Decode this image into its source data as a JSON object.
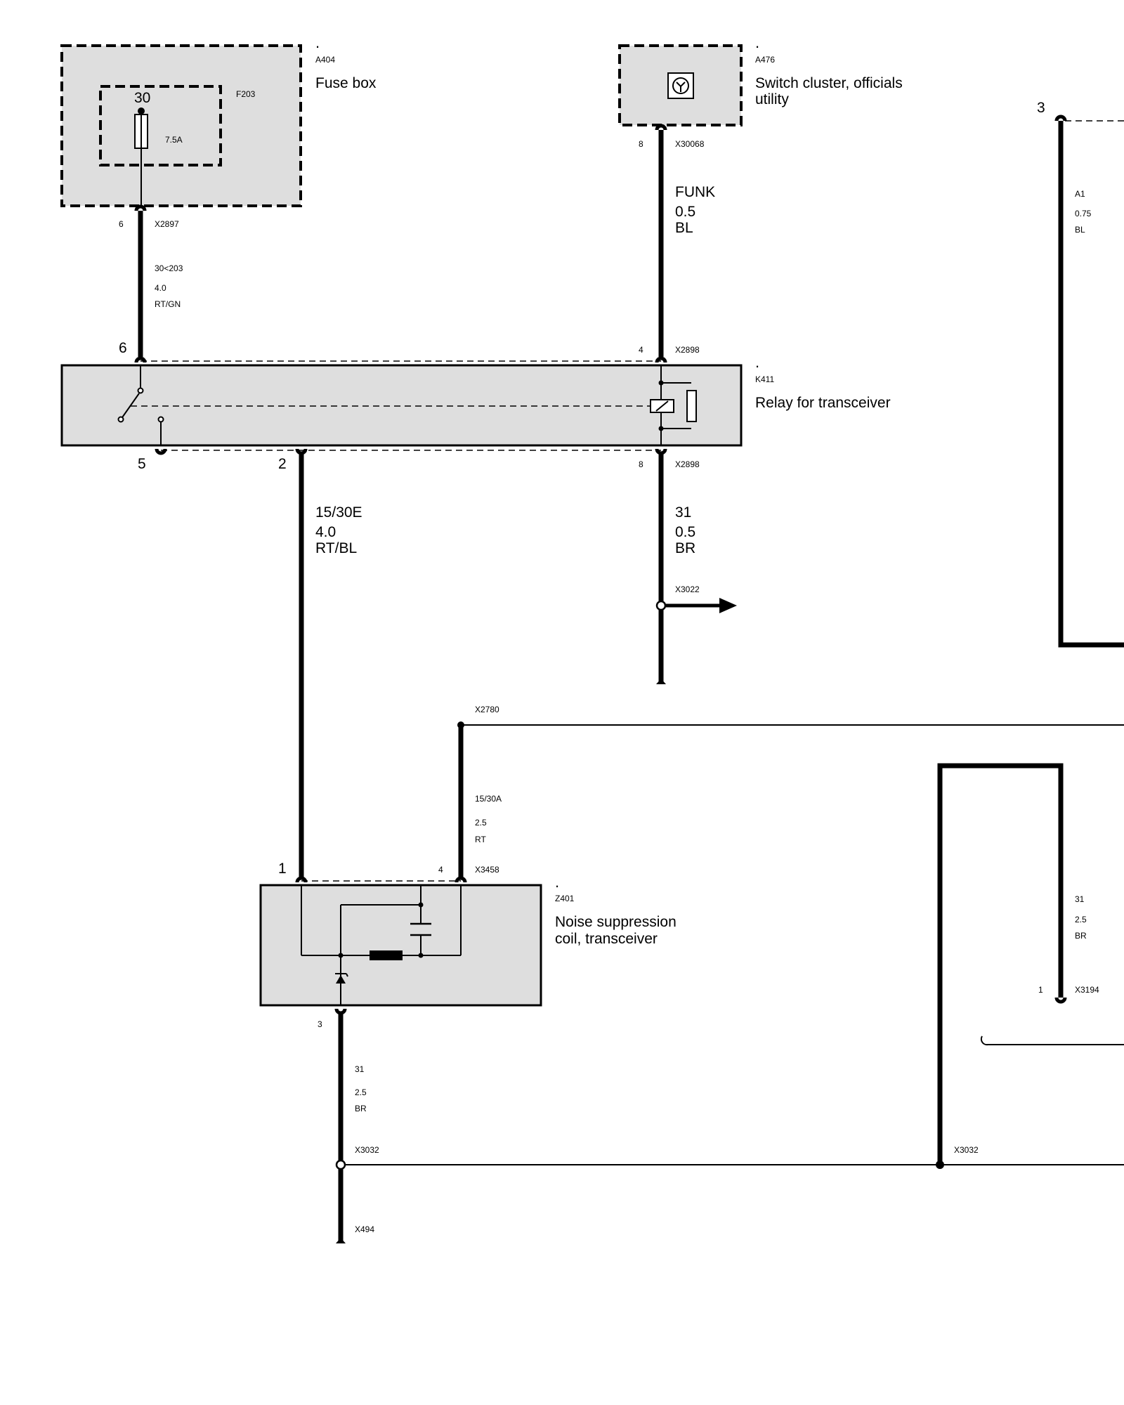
{
  "components": {
    "a404": {
      "dot": ".",
      "id": "A404",
      "name": "Fuse box"
    },
    "f203": {
      "id": "F203",
      "pin": "30",
      "rating": "7.5A"
    },
    "a476": {
      "dot": ".",
      "id": "A476",
      "name_line1": "Switch cluster, officials",
      "name_line2": "utility"
    },
    "k411": {
      "dot": ".",
      "id": "K411",
      "name": "Relay for transceiver"
    },
    "z401": {
      "dot": ".",
      "id": "Z401",
      "name_line1": "Noise suppression",
      "name_line2": "coil, transceiver"
    }
  },
  "pins": {
    "a404_out": "6",
    "a476_out": "8",
    "k411_pin6": "6",
    "k411_pin4": "4",
    "k411_pin5": "5",
    "k411_pin2": "2",
    "k411_pin8": "8",
    "z401_pin1": "1",
    "z401_pin4": "4",
    "z401_pin3": "3",
    "x3194_pin": "1",
    "right_edge_pin": "3"
  },
  "connectors": {
    "x2897": "X2897",
    "x30068": "X30068",
    "x2898_top": "X2898",
    "x2898_bottom": "X2898",
    "x3022": "X3022",
    "x2780": "X2780",
    "x3458": "X3458",
    "x3032_left": "X3032",
    "x3032_right": "X3032",
    "x494": "X494",
    "x3194": "X3194"
  },
  "wires": {
    "w_30_203": {
      "signal": "30<203",
      "gauge": "4.0",
      "color": "RT/GN"
    },
    "w_funk": {
      "signal": "FUNK",
      "gauge": "0.5",
      "color": "BL"
    },
    "w_15_30e": {
      "signal": "15/30E",
      "gauge": "4.0",
      "color": "RT/BL"
    },
    "w_31_k411": {
      "signal": "31",
      "gauge": "0.5",
      "color": "BR"
    },
    "w_15_30a": {
      "signal": "15/30A",
      "gauge": "2.5",
      "color": "RT"
    },
    "w_31_z401": {
      "signal": "31",
      "gauge": "2.5",
      "color": "BR"
    },
    "w_31_right": {
      "signal": "31",
      "gauge": "2.5",
      "color": "BR"
    },
    "w_a1": {
      "signal": "A1",
      "gauge": "0.75",
      "color": "BL"
    }
  }
}
